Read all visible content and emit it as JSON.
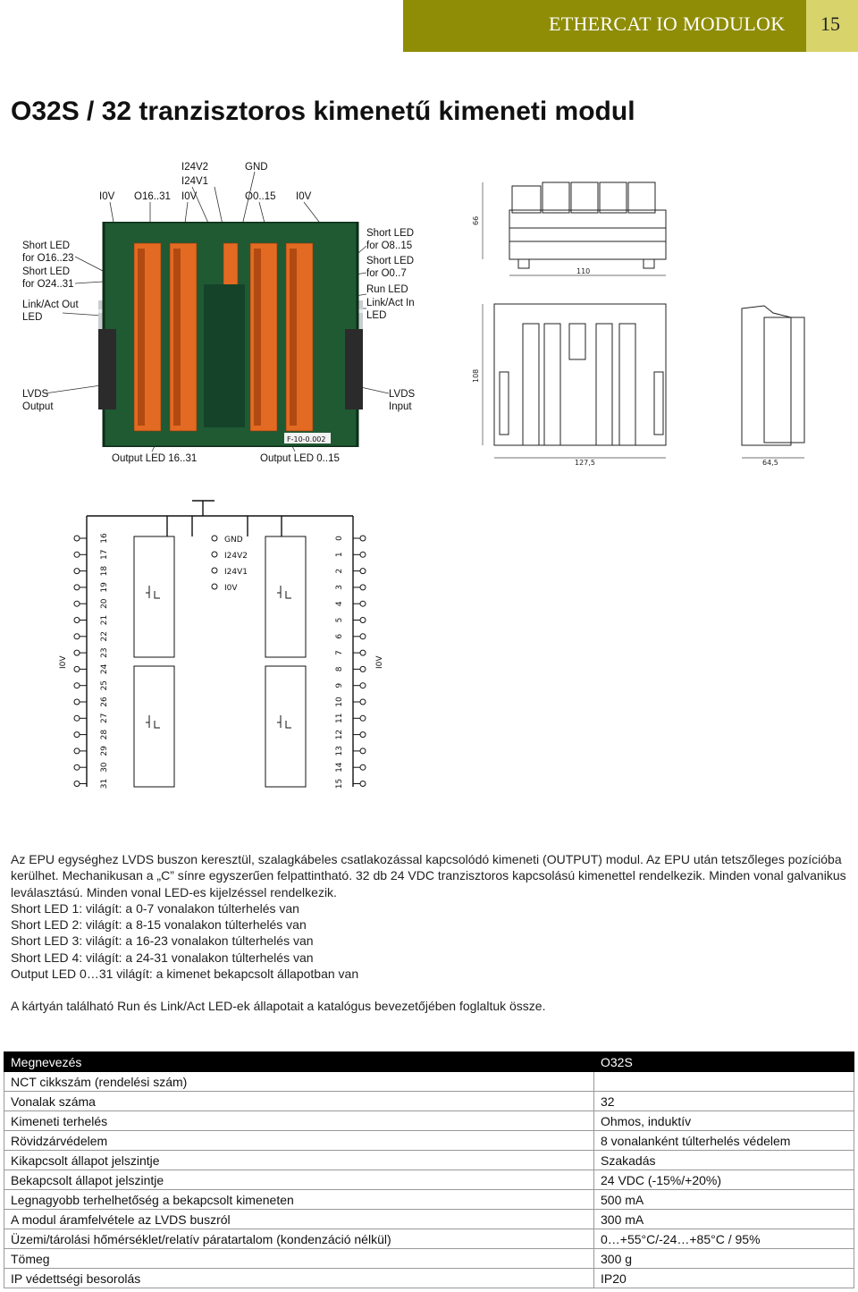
{
  "header": {
    "section": "ETHERCAT IO MODULOK",
    "page": "15"
  },
  "title": "O32S / 32 tranzisztoros kimenetű kimeneti modul",
  "photo_labels": {
    "top_i0v_l": "I0V",
    "top_o1631": "O16..31",
    "top_i24v2": "I24V2",
    "top_i24v1": "I24V1",
    "top_i0v_m": "I0V",
    "top_gnd": "GND",
    "top_o015": "O0..15",
    "top_i0v_r": "I0V",
    "left_short1": "Short LED",
    "left_short1b": "for O16..23",
    "left_short2": "Short LED",
    "left_short2b": "for O24..31",
    "left_link": "Link/Act Out",
    "left_link_b": "LED",
    "left_lvds": "LVDS",
    "left_lvds_b": "Output",
    "right_short1": "Short LED",
    "right_short1b": "for O8..15",
    "right_short2": "Short LED",
    "right_short2b": "for O0..7",
    "right_run": "Run LED",
    "right_link": "Link/Act In",
    "right_link_b": "LED",
    "right_lvds": "LVDS",
    "right_lvds_b": "Input",
    "bottom_out1631": "Output LED 16..31",
    "bottom_out015": "Output LED 0..15",
    "board_code": "F-10-0.002"
  },
  "dimensions": {
    "h66": "66",
    "w110": "110",
    "h108": "108",
    "w127": "127,5",
    "w64": "64,5"
  },
  "schematic": {
    "gnd": "GND",
    "i24v2": "I24V2",
    "i24v1": "I24V1",
    "i0v": "I0V",
    "side_label": "I0V",
    "left_numbers": [
      "16",
      "17",
      "18",
      "19",
      "20",
      "21",
      "22",
      "23",
      "24",
      "25",
      "26",
      "27",
      "28",
      "29",
      "30",
      "31"
    ],
    "right_numbers": [
      "0",
      "1",
      "2",
      "3",
      "4",
      "5",
      "6",
      "7",
      "8",
      "9",
      "10",
      "11",
      "12",
      "13",
      "14",
      "15"
    ]
  },
  "description": {
    "p1": "Az EPU egységhez LVDS buszon keresztül, szalagkábeles csatlakozással kapcsolódó kimeneti (OUTPUT) modul. Az EPU után tetszőleges pozícióba kerülhet. Mechanikusan a „C” sínre egyszerűen felpattintható. 32 db 24 VDC tranzisztoros kapcsolású kimenettel rendelkezik. Minden vonal galvanikus leválasztású. Minden vonal LED-es kijelzéssel rendelkezik.",
    "l1": "Short LED 1: világít: a 0-7 vonalakon túlterhelés van",
    "l2": "Short LED 2: világít: a 8-15 vonalakon túlterhelés van",
    "l3": "Short LED 3: világít: a 16-23 vonalakon túlterhelés van",
    "l4": "Short LED 4: világít: a 24-31 vonalakon túlterhelés van",
    "l5": "Output LED 0…31 világít: a kimenet bekapcsolt állapotban van",
    "p2": "A kártyán található Run és Link/Act LED-ek állapotait a katalógus bevezetőjében foglaltuk össze."
  },
  "table": {
    "head": [
      "Megnevezés",
      "O32S"
    ],
    "rows": [
      [
        "NCT cikkszám (rendelési szám)",
        ""
      ],
      [
        "Vonalak száma",
        "32"
      ],
      [
        "Kimeneti terhelés",
        "Ohmos, induktív"
      ],
      [
        "Rövidzárvédelem",
        "8 vonalanként túlterhelés védelem"
      ],
      [
        "Kikapcsolt állapot jelszintje",
        "Szakadás"
      ],
      [
        "Bekapcsolt állapot jelszintje",
        "24 VDC (-15%/+20%)"
      ],
      [
        "Legnagyobb terhelhetőség a bekapcsolt kimeneten",
        "500 mA"
      ],
      [
        "A modul áramfelvétele az LVDS buszról",
        "300 mA"
      ],
      [
        "Üzemi/tárolási hőmérséklet/relatív páratartalom (kondenzáció nélkül)",
        "0…+55°C/-24…+85°C / 95%"
      ],
      [
        "Tömeg",
        "300 g"
      ],
      [
        "IP védettségi besorolás",
        "IP20"
      ]
    ]
  }
}
